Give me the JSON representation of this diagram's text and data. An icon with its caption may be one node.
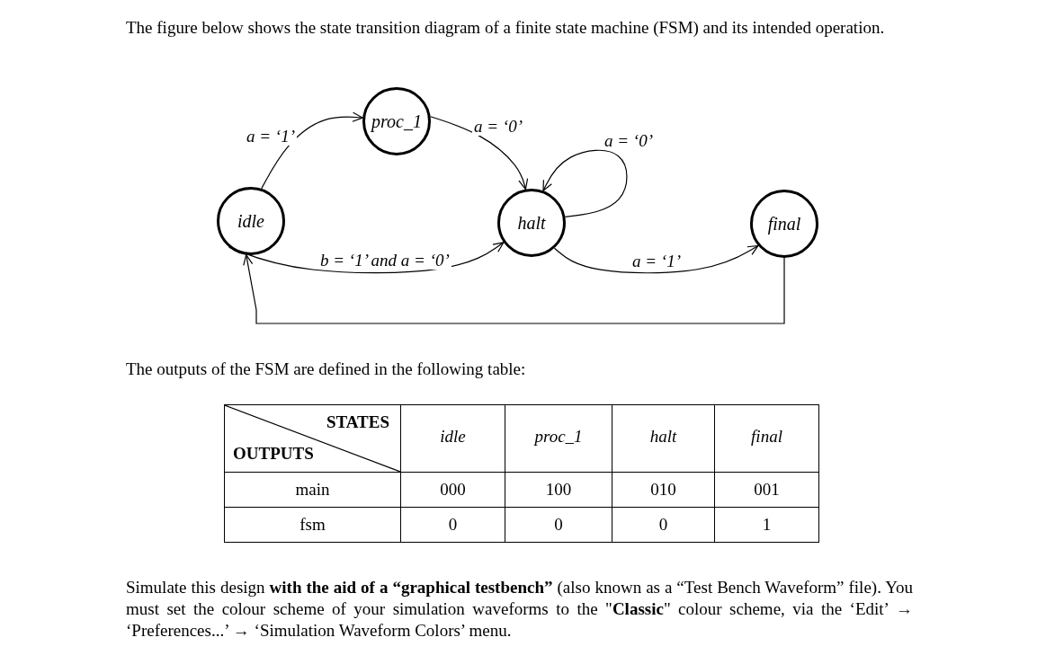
{
  "diagram": {
    "nodes": [
      {
        "text": [
          "idle"
        ]
      },
      {
        "text": [
          "proc_1"
        ]
      },
      {
        "text": [
          "halt"
        ]
      },
      {
        "text": [
          "final"
        ]
      }
    ],
    "edges": [
      {
        "from": 0,
        "to": 1,
        "arrow": "to",
        "label": "a = ‘1’"
      },
      {
        "from": 1,
        "to": 2,
        "arrow": "to",
        "label": "a = ‘0’"
      },
      {
        "from": 2,
        "to": 2,
        "arrow": "to",
        "label": "a = ‘0’"
      },
      {
        "from": 0,
        "to": 2,
        "arrow": "to",
        "label": "b = ‘1’ and a = ‘0’"
      },
      {
        "from": 2,
        "to": 3,
        "arrow": "to",
        "label": "a = ‘1’"
      },
      {
        "from": 3,
        "to": 0,
        "arrow": "to"
      }
    ],
    "labels": [
      "The figure below shows the state transition diagram of a finite state machine (FSM) and its intended operation.",
      "The outputs of the FSM are defined in the following table:",
      "STATES",
      "OUTPUTS",
      "idle",
      "proc_1",
      "halt",
      "final",
      "main",
      "000",
      "100",
      "010",
      "001",
      "fsm",
      "0",
      "0",
      "0",
      "1",
      "Simulate this design **with the aid of a “graphical testbench”** (also known as a “Test Bench Waveform” file). You must set the colour scheme of your simulation waveforms to the \"**Classic**\" colour scheme, via the ‘Edit’ → ‘Preferences...’ → ‘Simulation Waveform Colors’ menu."
    ]
  }
}
